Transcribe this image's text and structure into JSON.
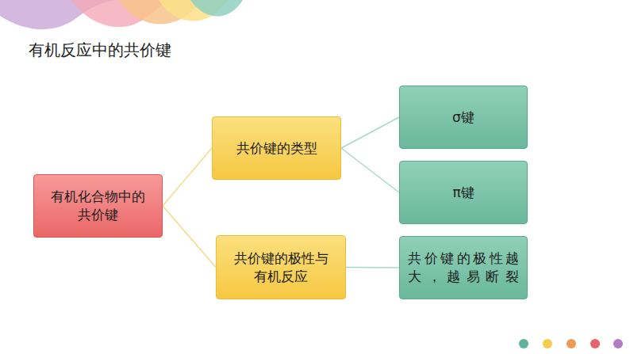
{
  "diagram": {
    "title": "有机反应中的共价键",
    "nodes": [
      {
        "text": [
          "有机化合物中的 共价键"
        ]
      },
      {
        "text": [
          "共价键的类型"
        ]
      },
      {
        "text": [
          "共价键的极性与 有机反应"
        ]
      },
      {
        "text": [
          "σ键"
        ]
      },
      {
        "text": [
          "π键"
        ]
      },
      {
        "text": [
          "共价键的极性越 大，越易断裂"
        ]
      }
    ],
    "edges": [
      {
        "from": 0,
        "to": 1,
        "arrow": "none"
      },
      {
        "from": 0,
        "to": 2,
        "arrow": "none"
      },
      {
        "from": 1,
        "to": 3,
        "arrow": "none"
      },
      {
        "from": 1,
        "to": 4,
        "arrow": "none"
      },
      {
        "from": 2,
        "to": 5,
        "arrow": "none"
      }
    ]
  }
}
